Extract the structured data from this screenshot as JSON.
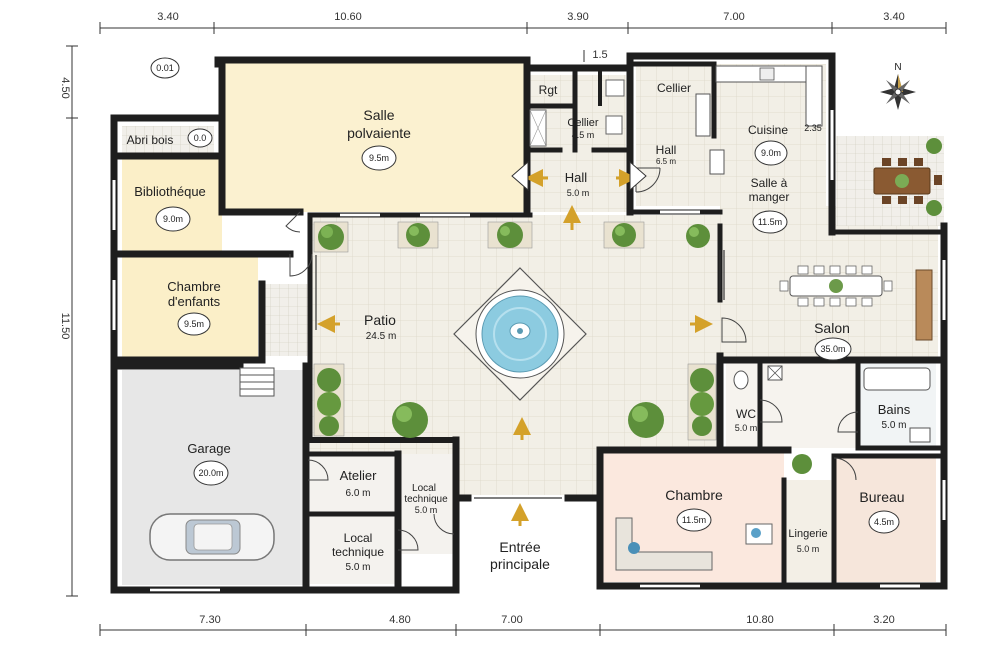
{
  "dimensions": {
    "top": [
      "3.40",
      "10.60",
      "3.90",
      "7.00",
      "3.40"
    ],
    "top_small": "1.5",
    "bottom": [
      "7.30",
      "4.80",
      "7.00",
      "10.80",
      "3.20"
    ],
    "left": [
      "4.50",
      "11.50"
    ]
  },
  "compass": {
    "north": "N"
  },
  "rooms": {
    "outdoor": {
      "badge": "0.01"
    },
    "abri": {
      "name": "Abri bois",
      "badge": "0.0"
    },
    "salle": {
      "name1": "Salle",
      "name2": "polvaiente",
      "badge": "9.5m"
    },
    "rgt": {
      "name": "Rgt"
    },
    "cellier_hall": {
      "name": "Cellier",
      "area": "4.5 m"
    },
    "cellier_kitchen": {
      "name": "Cellier"
    },
    "hall_small": {
      "name": "Hall",
      "area": "6.5 m"
    },
    "cuisine": {
      "name": "Cuisine",
      "badge": "9.0m",
      "note": "2.35"
    },
    "salle_manger": {
      "name1": "Salle à",
      "name2": "manger",
      "badge": "11.5m"
    },
    "hall_main": {
      "name": "Hall",
      "area": "5.0 m"
    },
    "bibliotheque": {
      "name": "Bibliothéque",
      "badge": "9.0m"
    },
    "chambre_enfants": {
      "name1": "Chambre",
      "name2": "d'enfants",
      "badge": "9.5m"
    },
    "patio": {
      "name": "Patio",
      "area": "24.5 m"
    },
    "salon": {
      "name": "Salon",
      "badge": "35.0m"
    },
    "garage": {
      "name": "Garage",
      "badge": "20.0m"
    },
    "atelier": {
      "name": "Atelier",
      "area": "6.0 m"
    },
    "local_tech_small": {
      "name1": "Local",
      "name2": "technique",
      "area": "5.0 m"
    },
    "local_tech": {
      "name1": "Local",
      "name2": "technique",
      "area": "5.0 m"
    },
    "entree": {
      "name1": "Entrée",
      "name2": "principale"
    },
    "wc": {
      "name": "WC",
      "area": "5.0 m"
    },
    "bains": {
      "name": "Bains",
      "area": "5.0 m"
    },
    "chambre": {
      "name": "Chambre",
      "badge": "11.5m"
    },
    "lingerie": {
      "name": "Lingerie",
      "area": "5.0 m"
    },
    "bureau": {
      "name": "Bureau",
      "badge": "4.5m"
    }
  },
  "colors": {
    "wall": "#1e1e1e",
    "salle_floor": "#fbf1d0",
    "yellow_floor": "#fbefc8",
    "tile_floor": "#f2efe6",
    "garage_floor": "#e6e6e6",
    "chambre_floor": "#fbe8de",
    "arrow": "#d4a12a",
    "water": "#8ccbe0"
  }
}
